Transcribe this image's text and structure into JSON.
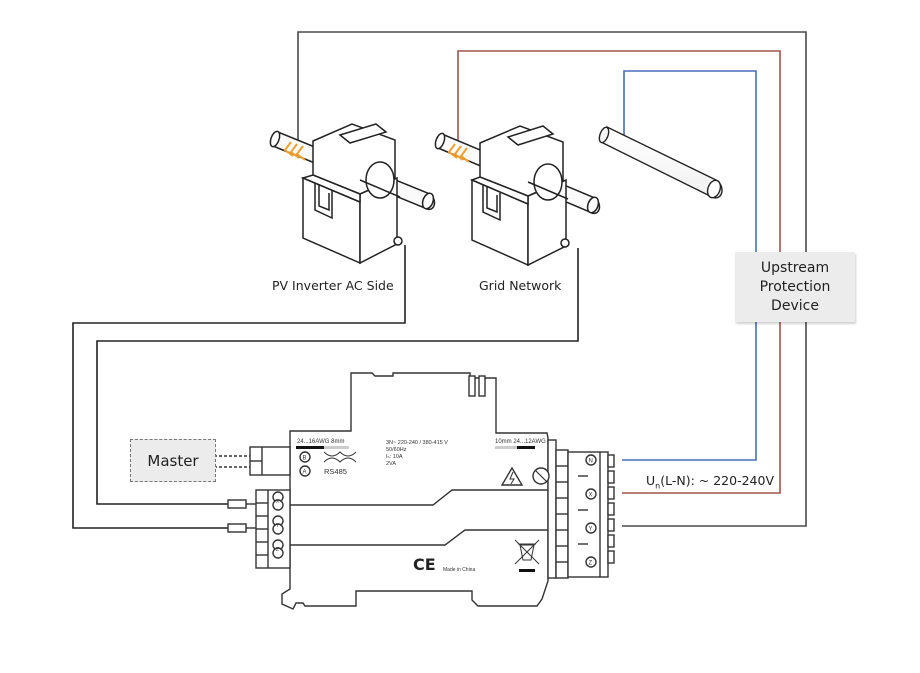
{
  "diagram": {
    "title": "Energy meter wiring diagram with split-core CTs",
    "current_transformers": [
      {
        "label": "PV Inverter AC Side",
        "icon": "split-core-ct-icon"
      },
      {
        "label": "Grid Network",
        "icon": "split-core-ct-icon"
      }
    ],
    "upstream_device": {
      "line1": "Upstream",
      "line2": "Protection",
      "line3": "Device"
    },
    "master": {
      "label": "Master"
    },
    "voltage_label": {
      "prefix": "U",
      "subscript": "n",
      "suffix": "(L-N): ~ 220-240V"
    },
    "meter": {
      "rs485_wire_spec": "24...16AWG   8mm",
      "rs485_label": "RS485",
      "rs485_terminals": [
        "B",
        "A"
      ],
      "specs": [
        "3N~ 220-240 / 380-415 V",
        "50/60Hz",
        "Iₙ: 10A",
        "2VA"
      ],
      "power_wire_spec": "10mm   24...12AWG",
      "power_terminals": [
        "N",
        "X",
        "Y",
        "Z"
      ],
      "ct_terminals": [
        "X",
        "Y",
        "Z"
      ],
      "ce_mark": "CE",
      "made_in": "Made in China"
    },
    "wire_colors": {
      "neutral": "#4a6fb5",
      "line": "#a0544a",
      "signal": "#444444",
      "arrow": "#f0a030"
    }
  }
}
